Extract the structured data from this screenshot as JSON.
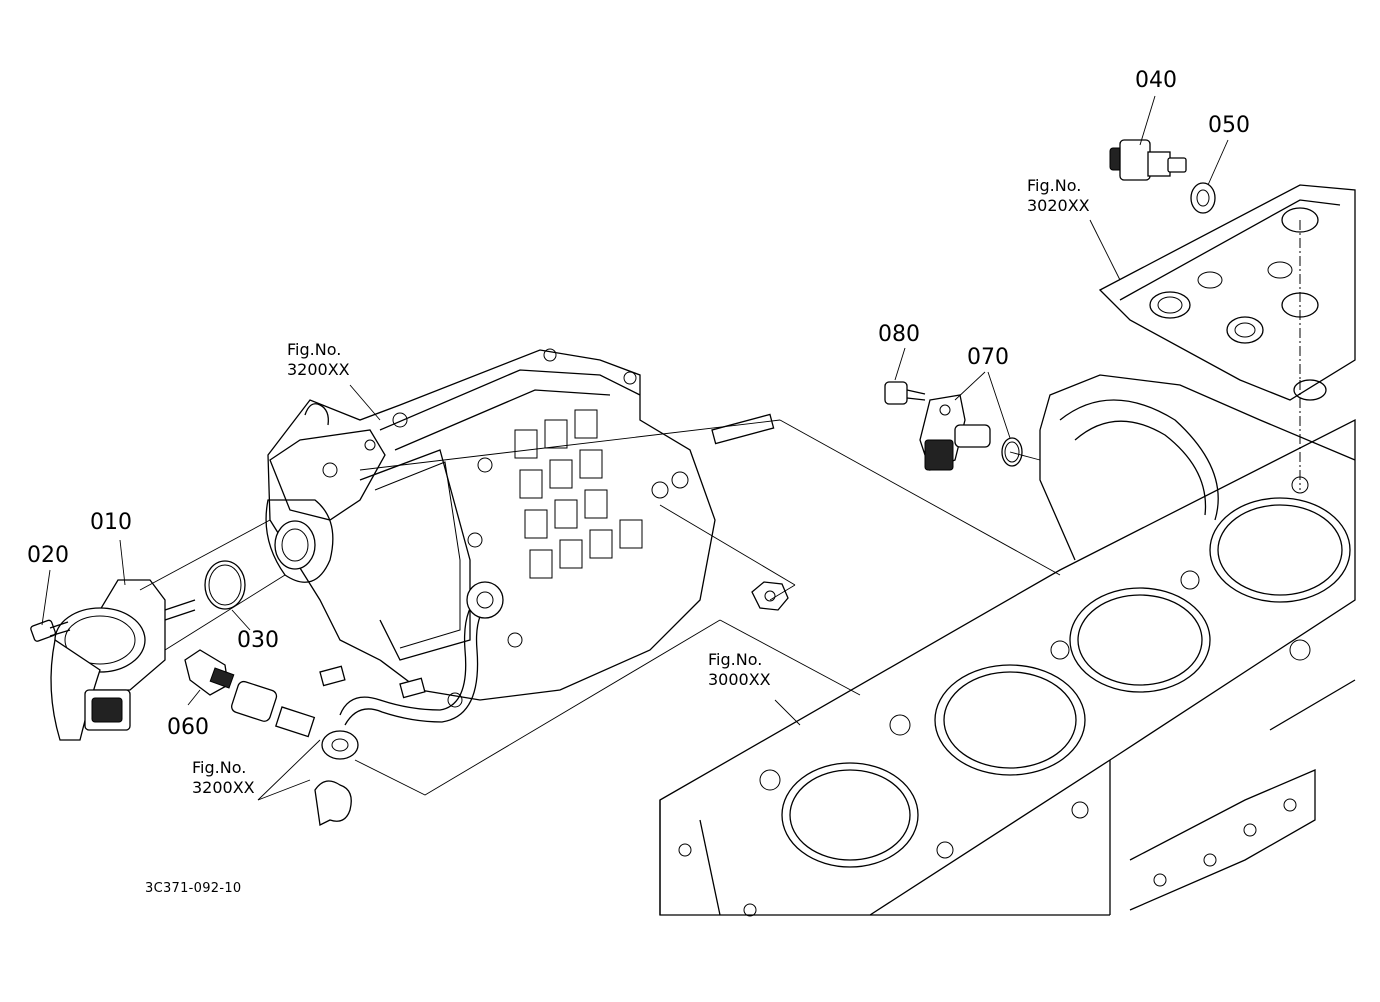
{
  "parts": {
    "p010": "010",
    "p020": "020",
    "p030": "030",
    "p040": "040",
    "p050": "050",
    "p060": "060",
    "p070": "070",
    "p080": "080"
  },
  "refs": {
    "pump_top": {
      "line1": "Fig.No.",
      "line2": "3200XX"
    },
    "pump_bottom": {
      "line1": "Fig.No.",
      "line2": "3200XX"
    },
    "cylinder_head": {
      "line1": "Fig.No.",
      "line2": "3020XX"
    },
    "crankcase": {
      "line1": "Fig.No.",
      "line2": "3000XX"
    }
  },
  "drawing_id": "3C371-092-10"
}
